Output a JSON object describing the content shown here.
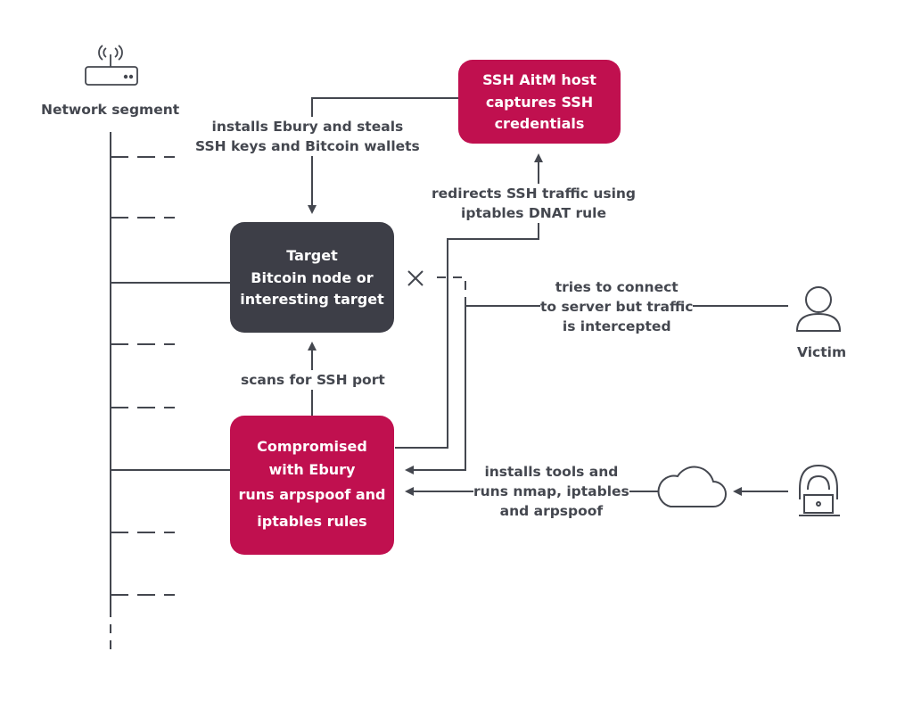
{
  "colors": {
    "line": "#44474f",
    "accent": "#c0104f",
    "dark": "#3d3e47"
  },
  "network": {
    "caption": "Network segment",
    "icon": "router-icon"
  },
  "boxes": {
    "aitm": {
      "title": "SSH AitM host",
      "lines": [
        "captures SSH",
        "credentials"
      ]
    },
    "target": {
      "title": "Target",
      "lines": [
        "Bitcoin node or",
        "interesting target"
      ]
    },
    "compromised": {
      "title_lines": [
        "Compromised",
        "with Ebury"
      ],
      "lines": [
        "runs arpspoof and",
        "iptables rules"
      ]
    }
  },
  "labels": {
    "installs_ebury": [
      "installs Ebury and steals",
      "SSH keys and Bitcoin wallets"
    ],
    "redirects": [
      "redirects SSH traffic using",
      "iptables DNAT rule"
    ],
    "tries_connect": [
      "tries to connect",
      "to server but traffic",
      "is intercepted"
    ],
    "scans": [
      "scans for SSH port"
    ],
    "installs_tools": [
      "installs tools and",
      "runs nmap, iptables",
      "and arpspoof"
    ]
  },
  "actors": {
    "victim": {
      "caption": "Victim",
      "icon": "user-icon"
    },
    "attacker": {
      "icon": "hooded-hacker-icon"
    },
    "cloud": {
      "icon": "cloud-icon"
    }
  }
}
